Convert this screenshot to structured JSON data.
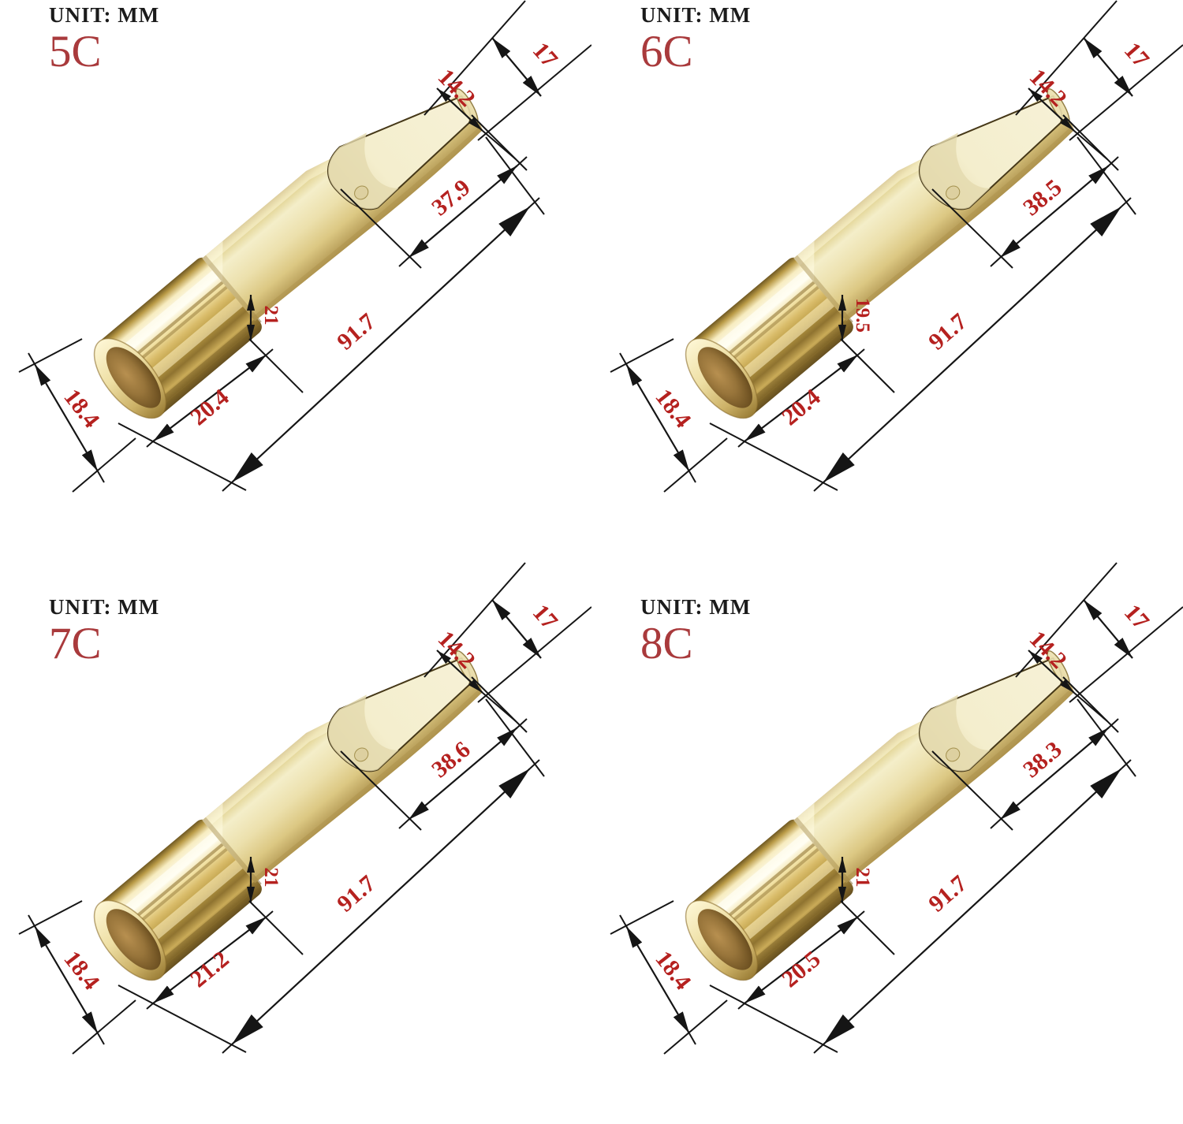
{
  "sheet": {
    "background": "#ffffff",
    "description_unit": "UNIT: MM"
  },
  "colors": {
    "dimension_text": "#b5211f",
    "model_text": "#a93a3c",
    "line": "#151515",
    "brass_light": "#f4eec9",
    "brass_mid": "#d9bc6a",
    "brass_deep": "#8f7330",
    "bore_brown": "#97743a",
    "window_cream": "#f4eecd"
  },
  "panels": [
    {
      "model": "5C",
      "unit_label": "UNIT: MM",
      "dims": {
        "tip_gap": "17",
        "tip_width": "14.2",
        "window_length": "37.9",
        "total_length": "91.7",
        "step_height": "21",
        "shank_length": "20.4",
        "bore_diameter": "18.4"
      }
    },
    {
      "model": "6C",
      "unit_label": "UNIT: MM",
      "dims": {
        "tip_gap": "17",
        "tip_width": "14.2",
        "window_length": "38.5",
        "total_length": "91.7",
        "step_height": "19.5",
        "shank_length": "20.4",
        "bore_diameter": "18.4"
      }
    },
    {
      "model": "7C",
      "unit_label": "UNIT: MM",
      "dims": {
        "tip_gap": "17",
        "tip_width": "14.2",
        "window_length": "38.6",
        "total_length": "91.7",
        "step_height": "21",
        "shank_length": "21.2",
        "bore_diameter": "18.4"
      }
    },
    {
      "model": "8C",
      "unit_label": "UNIT: MM",
      "dims": {
        "tip_gap": "17",
        "tip_width": "14.2",
        "window_length": "38.3",
        "total_length": "91.7",
        "step_height": "21",
        "shank_length": "20.5",
        "bore_diameter": "18.4"
      }
    }
  ]
}
